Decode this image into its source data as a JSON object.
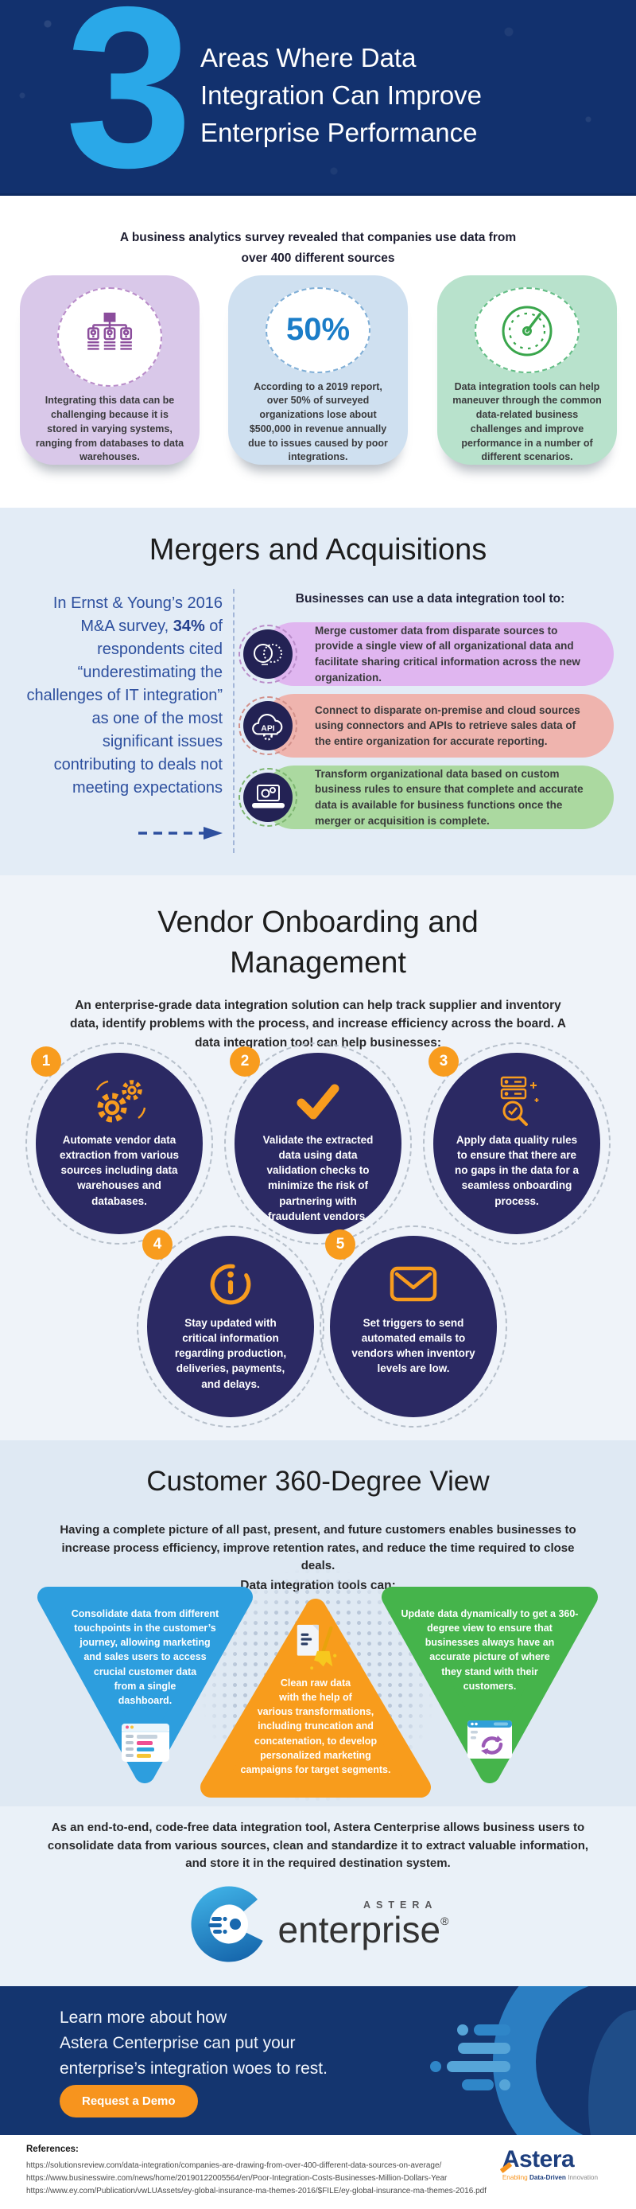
{
  "colors": {
    "header_bg": "#12316e",
    "accent_blue": "#2aa8e8",
    "orange": "#f7941e",
    "card_purple": "#d9c8e9",
    "card_blue": "#cfe0f0",
    "card_green": "#b8e2cc",
    "stat_blue": "#1b7dc8",
    "mergers_bg": "#e3ecf6",
    "navy_text": "#2d4f9e",
    "pill_purple": "#e0b6f0",
    "pill_salmon": "#efb4ae",
    "pill_green": "#abd9a0",
    "icon_circle_navy": "#232254",
    "vendor_circle_navy": "#2b2963",
    "triangle_blue": "#2d9ede",
    "triangle_orange": "#f89c1c",
    "triangle_green": "#45b44b",
    "footer_bg": "#14356f",
    "astera_navy": "#1e3f7e"
  },
  "header": {
    "number": "3",
    "title_lines": [
      "Areas Where Data",
      "Integration Can Improve",
      "Enterprise Performance"
    ]
  },
  "survey": {
    "intro_line1": "A business analytics survey revealed that companies use data from",
    "intro_line2_pre": "over ",
    "intro_line2_bold": "400",
    "intro_line2_post": " different sources",
    "cards": [
      {
        "icon": "hierarchy-icon",
        "text": "Integrating this data can be challenging because it is stored in varying systems, ranging from databases to data warehouses."
      },
      {
        "icon": "percent-stat",
        "stat": "50%",
        "text": "According to a 2019 report, over 50% of surveyed organizations lose about $500,000 in revenue annually due to issues caused by poor integrations."
      },
      {
        "icon": "gauge-icon",
        "text": "Data integration tools can help maneuver through the common data-related business challenges and improve performance in a number of different scenarios."
      }
    ]
  },
  "mergers": {
    "title": "Mergers and Acquisitions",
    "left_pre": "In Ernst & Young’s 2016 M&A survey, ",
    "left_bold": "34%",
    "left_post": " of respondents cited “underestimating the challenges of IT integration” as one of the most significant issues contributing to deals not meeting expectations",
    "right_heading": "Businesses can use a data integration tool to:",
    "items": [
      {
        "icon": "merge-circles-icon",
        "text": "Merge customer data from disparate sources to provide a single view of all organizational data and facilitate sharing critical information across the new organization."
      },
      {
        "icon": "api-cloud-icon",
        "text": "Connect to disparate on-premise and cloud sources using connectors and APIs to retrieve sales data of the entire organization for accurate reporting."
      },
      {
        "icon": "laptop-gears-icon",
        "text": "Transform organizational data based on custom business rules to ensure that complete and accurate data is available for business functions once the merger or acquisition is complete."
      }
    ]
  },
  "vendor": {
    "title_lines": [
      "Vendor Onboarding and",
      "Management"
    ],
    "intro": "An enterprise-grade data integration solution can help track supplier and inventory data, identify problems with the process, and increase efficiency across the board. A data integration tool can help businesses:",
    "steps": [
      {
        "number": "1",
        "icon": "gears-icon",
        "text": "Automate vendor data extraction from various sources including data warehouses and databases."
      },
      {
        "number": "2",
        "icon": "checkmark-icon",
        "text": "Validate the extracted data using data validation checks to minimize the risk of partnering with fraudulent vendors."
      },
      {
        "number": "3",
        "icon": "data-quality-icon",
        "text": "Apply data quality rules to ensure that there are no gaps in the data for a seamless onboarding process."
      },
      {
        "number": "4",
        "icon": "info-icon",
        "text": "Stay updated with critical information regarding production, deliveries, payments, and delays."
      },
      {
        "number": "5",
        "icon": "email-icon",
        "text": "Set triggers to send automated emails to vendors when inventory levels are low."
      }
    ]
  },
  "customer360": {
    "title": "Customer 360-Degree View",
    "intro": "Having a complete picture of all past, present, and future customers enables businesses to increase process efficiency, improve retention rates, and reduce the time required to close deals.",
    "subheading": "Data integration tools can:",
    "triangles": [
      {
        "color": "blue",
        "icon": "dashboard-icon",
        "text": "Consolidate data from different touchpoints in the customer’s journey, allowing marketing and sales users to access crucial customer data from a single dashboard."
      },
      {
        "color": "orange",
        "icon": "clean-data-icon",
        "text": "Clean raw data with the help of various transformations, including truncation and concatenation, to develop personalized marketing campaigns for target segments."
      },
      {
        "color": "green",
        "icon": "dynamic-update-icon",
        "text": "Update data dynamically to get a 360-degree view to ensure that businesses always have an accurate picture of where they stand with their customers."
      }
    ],
    "outro": "As an end-to-end, code-free data integration tool, Astera Centerprise allows business users to consolidate data from various sources, clean and standardize it to extract valuable information, and store it in the required destination system."
  },
  "centerprise_logo": {
    "brand_top": "ASTERA",
    "brand_main": "enterprise",
    "registered": "®"
  },
  "footer": {
    "lines": [
      "Learn more about how",
      "Astera Centerprise can put your",
      "enterprise’s integration woes to rest."
    ],
    "cta_label": "Request a Demo"
  },
  "references": {
    "heading": "References:",
    "urls": [
      "https://solutionsreview.com/data-integration/companies-are-drawing-from-over-400-different-data-sources-on-average/",
      "https://www.businesswire.com/news/home/20190122005564/en/Poor-Integration-Costs-Businesses-Million-Dollars-Year",
      "https://www.ey.com/Publication/vwLUAssets/ey-global-insurance-ma-themes-2016/$FILE/ey-global-insurance-ma-themes-2016.pdf"
    ]
  },
  "astera_logo": {
    "wordmark": "Astera",
    "tagline_pre": "Enabling ",
    "tagline_bold": "Data-Driven",
    "tagline_post": " Innovation"
  }
}
